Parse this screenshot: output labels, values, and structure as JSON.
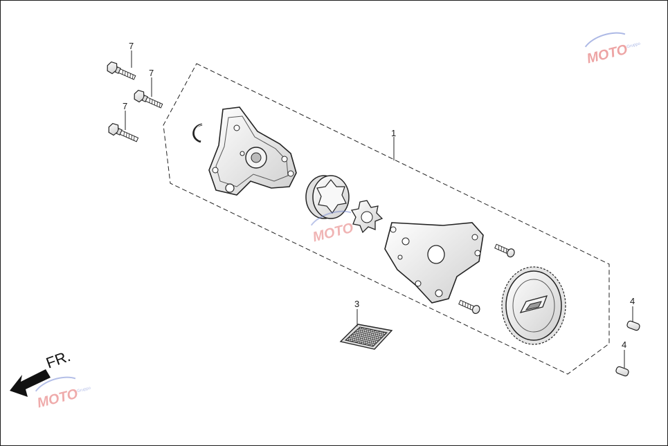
{
  "diagram": {
    "callouts": {
      "c1": "1",
      "c3": "3",
      "c4a": "4",
      "c4b": "4",
      "c7a": "7",
      "c7b": "7",
      "c7c": "7"
    },
    "direction_label": "FR.",
    "watermark": {
      "text": "MOTO",
      "subtext": "Gruppo",
      "colors": {
        "red": "#e05a5a",
        "blue": "#6a7fd0"
      }
    }
  }
}
